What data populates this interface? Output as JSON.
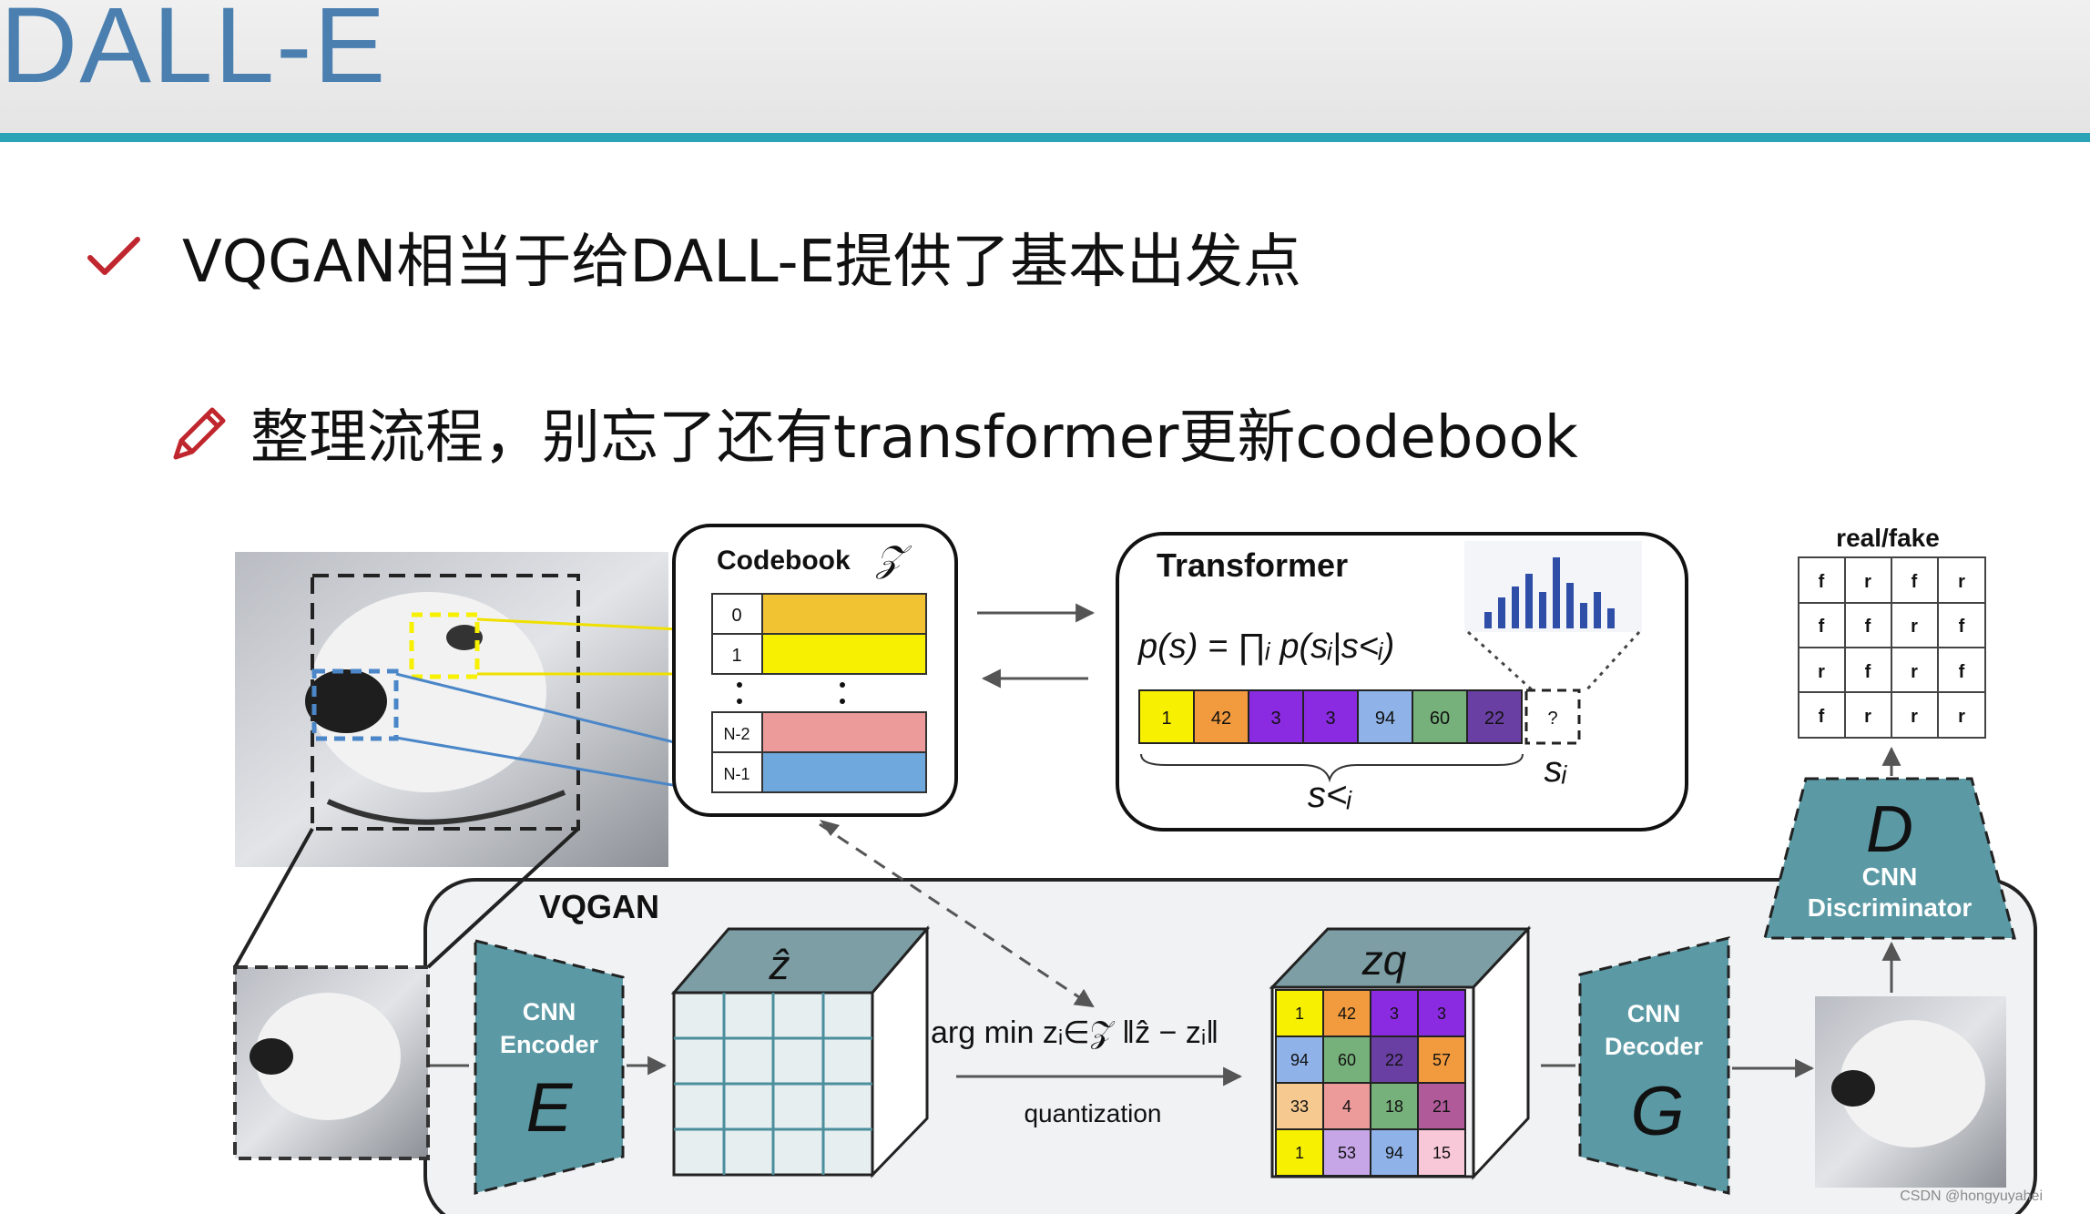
{
  "slide": {
    "title": "DALL-E",
    "bullet1": "VQGAN相当于给DALL-E提供了基本出发点",
    "bullet2": "整理流程，别忘了还有transformer更新codebook",
    "watermark": "CSDN @hongyuyahei"
  },
  "diagram": {
    "codebook_title": "Codebook",
    "codebook_symbol": "𝒵",
    "codebook_rows": [
      "0",
      "1",
      "N-2",
      "N-1"
    ],
    "transformer_title": "Transformer",
    "transformer_formula": "p(s) = ∏ᵢ p(sᵢ|s<ᵢ)",
    "transformer_tokens": [
      "1",
      "42",
      "3",
      "3",
      "94",
      "60",
      "22",
      "?"
    ],
    "s_less_label": "s<ᵢ",
    "s_i_label": "sᵢ",
    "realfake_title": "real/fake",
    "realfake_grid": [
      "f",
      "r",
      "f",
      "r",
      "f",
      "f",
      "r",
      "f",
      "r",
      "f",
      "r",
      "f",
      "f",
      "r",
      "r",
      "r"
    ],
    "discriminator": {
      "letter": "D",
      "line1": "CNN",
      "line2": "Discriminator"
    },
    "vqgan_label": "VQGAN",
    "encoder": {
      "line1": "CNN",
      "line2": "Encoder",
      "letter": "E"
    },
    "decoder": {
      "line1": "CNN",
      "line2": "Decoder",
      "letter": "G"
    },
    "zhat_label": "ẑ",
    "zq_label": "zq",
    "argmin_formula": "arg min zᵢ∈𝒵 ‖ẑ − zᵢ‖",
    "quantization_label": "quantization",
    "zq_grid": [
      "1",
      "42",
      "3",
      "3",
      "94",
      "60",
      "22",
      "57",
      "33",
      "4",
      "18",
      "21",
      "1",
      "53",
      "94",
      "15"
    ],
    "colors": {
      "teal": "#5b9aa5",
      "yellow": "#f7f000",
      "orange": "#f19a3e",
      "purple": "#8a2be2",
      "blue": "#8fb3e8",
      "green": "#76b07a",
      "darkpurple": "#6a3fa3",
      "pink": "#ec9a9a",
      "codebook_blue": "#6fa8dc",
      "codebook_gold": "#f1c232"
    }
  }
}
